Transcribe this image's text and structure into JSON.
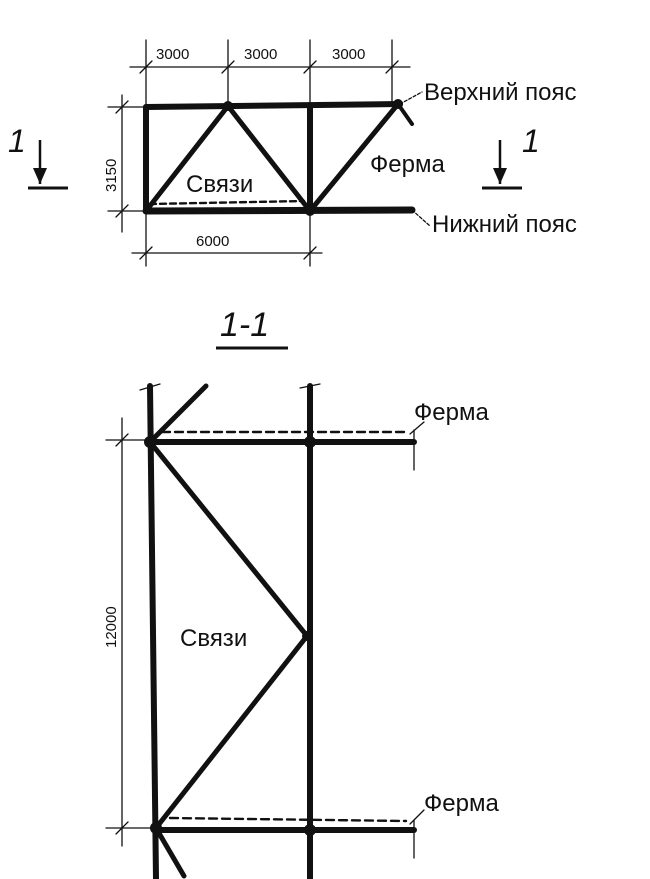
{
  "plan": {
    "dims_top": [
      "3000",
      "3000",
      "3000"
    ],
    "dim_left": "3150",
    "dim_bottom": "6000",
    "label_top_chord": "Верхний пояс",
    "label_bottom_chord": "Нижний пояс",
    "label_truss": "Ферма",
    "label_bracing": "Связи",
    "section_mark_left": "1",
    "section_mark_right": "1"
  },
  "section": {
    "title": "1-1",
    "dim_height": "12000",
    "label_truss_top": "Ферма",
    "label_truss_bottom": "Ферма",
    "label_bracing": "Связи"
  },
  "colors": {
    "line": "#111111",
    "background": "#ffffff"
  }
}
